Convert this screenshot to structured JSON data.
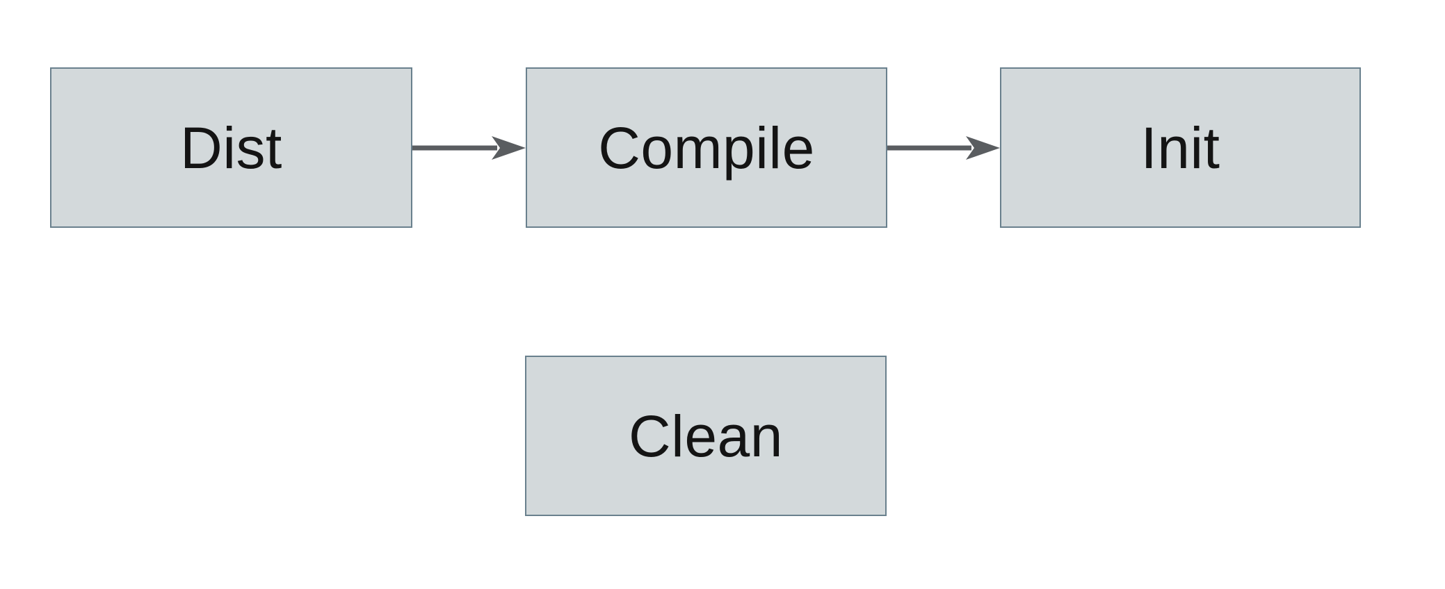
{
  "diagram": {
    "nodes": [
      {
        "id": "dist",
        "label": "Dist"
      },
      {
        "id": "compile",
        "label": "Compile"
      },
      {
        "id": "init",
        "label": "Init"
      },
      {
        "id": "clean",
        "label": "Clean"
      }
    ],
    "edges": [
      {
        "from": "Dist",
        "to": "Compile"
      },
      {
        "from": "Compile",
        "to": "Init"
      }
    ],
    "colors": {
      "background": "#ffffff",
      "node_fill": "#d3d9db",
      "node_border": "#69808d",
      "arrow": "#5a5d60",
      "label_text": "#141414"
    }
  }
}
